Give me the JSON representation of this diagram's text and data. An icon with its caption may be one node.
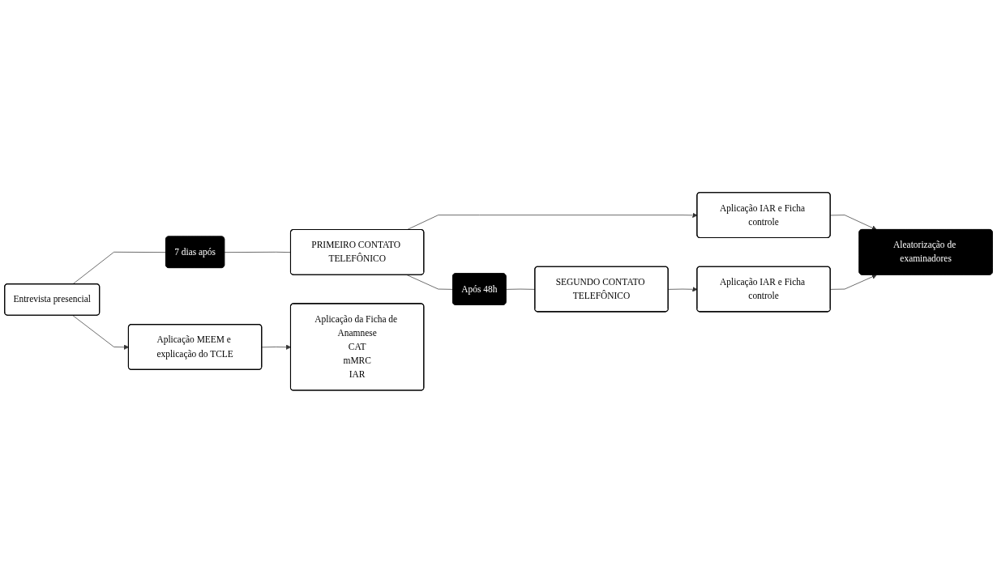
{
  "diagram": {
    "nodes": [
      {
        "text": [
          "Entrevista presencial"
        ]
      },
      {
        "text": [
          "7 dias após"
        ]
      },
      {
        "text": [
          "PRIMEIRO CONTATO TELEFÔNICO"
        ]
      },
      {
        "text": [
          "Após 48h"
        ]
      },
      {
        "text": [
          "SEGUNDO CONTATO TELEFÔNICO"
        ]
      },
      {
        "text": [
          "Aplicação MEEM e explicação do TCLE"
        ]
      },
      {
        "text": [
          "Aplicação da Ficha de Anamnese",
          "CAT",
          "mMRC",
          "IAR"
        ]
      },
      {
        "text": [
          "Aplicação IAR e Ficha controle"
        ]
      },
      {
        "text": [
          "Aplicação IAR e Ficha controle"
        ]
      },
      {
        "text": [
          "Aleatorização de examinadores"
        ]
      }
    ],
    "edges": [
      {
        "from": 0,
        "to": 1,
        "arrow": "none"
      },
      {
        "from": 1,
        "to": 2,
        "arrow": "none"
      },
      {
        "from": 2,
        "to": 3,
        "arrow": "none"
      },
      {
        "from": 3,
        "to": 4,
        "arrow": "none"
      },
      {
        "from": 0,
        "to": 5,
        "arrow": "to"
      },
      {
        "from": 5,
        "to": 6,
        "arrow": "to"
      },
      {
        "from": 2,
        "to": 7,
        "arrow": "to"
      },
      {
        "from": 4,
        "to": 8,
        "arrow": "to"
      },
      {
        "from": 7,
        "to": 9,
        "arrow": "to"
      },
      {
        "from": 8,
        "to": 9,
        "arrow": "to"
      }
    ]
  }
}
